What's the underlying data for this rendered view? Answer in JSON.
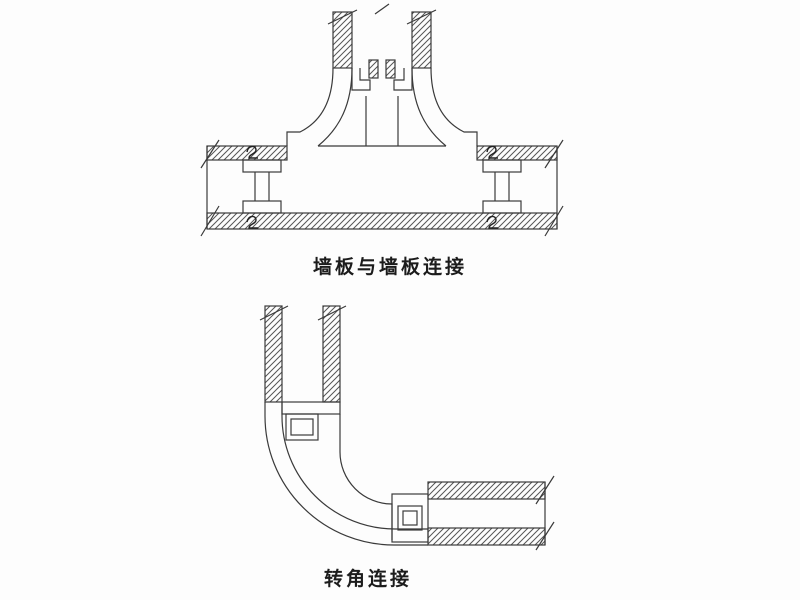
{
  "sheet": {
    "background": "#fdfdfd",
    "line_color": "#3a3a3a",
    "hatch_color": "#555555"
  },
  "figures": [
    {
      "name": "wall-panel-to-wall-panel-joint",
      "caption": "墙板与墙板连接"
    },
    {
      "name": "corner-joint",
      "caption": "转角连接"
    }
  ]
}
